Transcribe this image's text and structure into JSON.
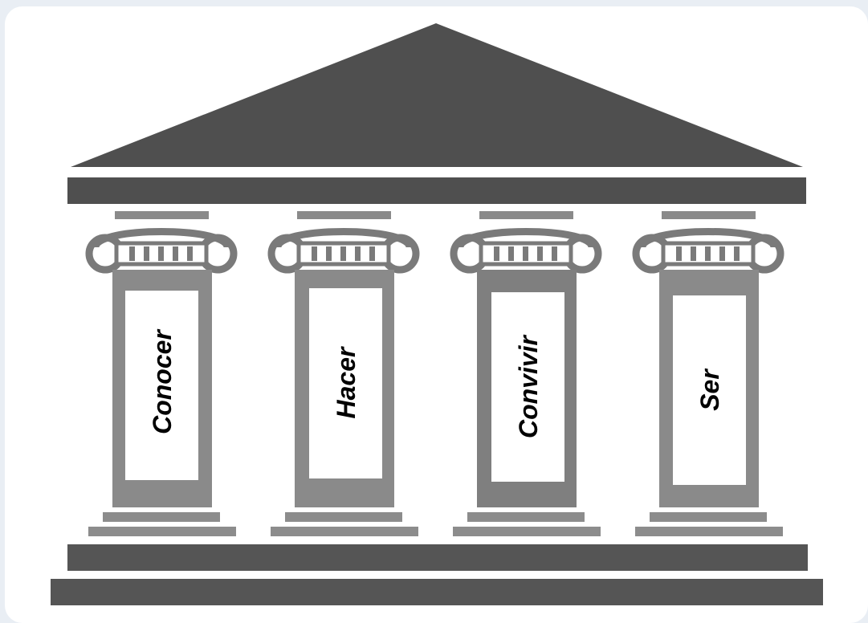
{
  "pillars": [
    {
      "label": "Conocer"
    },
    {
      "label": "Hacer"
    },
    {
      "label": "Convivir"
    },
    {
      "label": "Ser"
    }
  ],
  "colors": {
    "roof": "#4f4f4f",
    "beam": "#4f4f4f",
    "column": "#8a8a8a",
    "column_alt": "#7a7a7a",
    "panel": "#ffffff",
    "base_light": "#8c8c8c",
    "base_dark": "#555555"
  }
}
